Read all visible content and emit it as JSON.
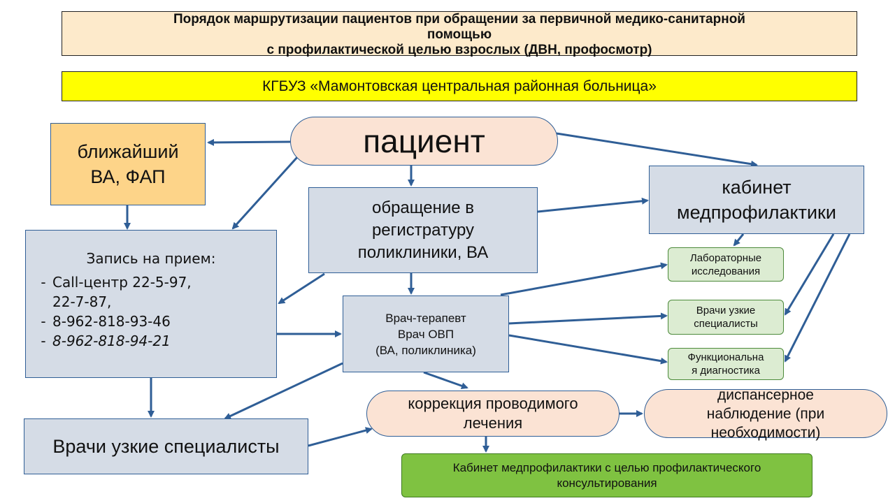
{
  "header": {
    "title_line1": "Порядок маршрутизации пациентов при обращении за первичной медико-санитарной",
    "title_line2": "помощью",
    "title_line3": "с профилактической целью взрослых (ДВН, профосмотр)",
    "organization": "КГБУЗ «Мамонтовская центральная районная больница»"
  },
  "nodes": {
    "patient": "пациент",
    "nearest_line1": "ближайший",
    "nearest_line2": "ВА, ФАП",
    "registry_line1": "обращение в",
    "registry_line2": "регистратуру",
    "registry_line3": "поликлиники, ВА",
    "cabinet_line1": "кабинет",
    "cabinet_line2": "медпрофилактики",
    "record_heading": "Запись на прием:",
    "record_items": [
      {
        "dash": "-",
        "text": "Call-центр 22-5-97,"
      },
      {
        "dash": "",
        "text": "22-7-87,"
      },
      {
        "dash": "-",
        "text": "8-962-818-93-46"
      },
      {
        "dash": "-",
        "text": "8-962-818-94-21"
      }
    ],
    "doctor_line1": "Врач-терапевт",
    "doctor_line2": "Врач ОВП",
    "doctor_line3": "(ВА, поликлиника)",
    "lab_line1": "Лабораторные",
    "lab_line2": "исследования",
    "narrow_line1": "Врачи узкие",
    "narrow_line2": "специалисты",
    "func_line1": "Функциональна",
    "func_line2": "я диагностика",
    "specialists": "Врачи узкие специалисты",
    "correction_line1": "коррекция проводимого",
    "correction_line2": "лечения",
    "dispensary_line1": "диспансерное",
    "dispensary_line2": "наблюдение (при",
    "dispensary_line3": "необходимости)",
    "final_line1": "Кабинет медпрофилактики с целью профилактического",
    "final_line2": "консультирования"
  },
  "colors": {
    "arrow": "#2f5e96",
    "title_bg": "#fdeacb",
    "org_bg": "#ffff00",
    "box_blue": "#d5dce6",
    "box_peach": "#fbe3d4",
    "box_orange": "#fdd489",
    "box_green_light": "#dcecd2",
    "box_green": "#7fc241"
  }
}
